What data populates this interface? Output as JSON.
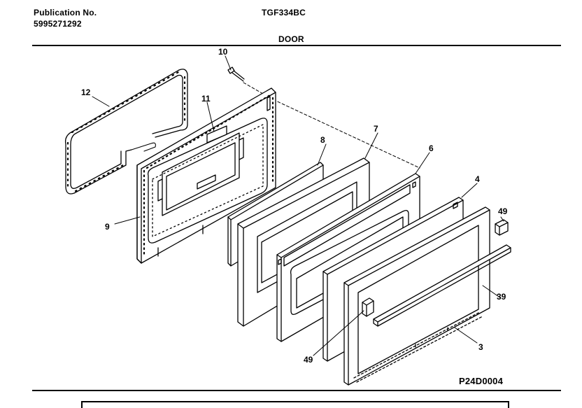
{
  "header": {
    "publication_label": "Publication No.",
    "publication_number": "5995271292",
    "model": "TGF334BC",
    "section_title": "DOOR"
  },
  "figure_id": "P24D0004",
  "callouts": {
    "c10": "10",
    "c12": "12",
    "c11": "11",
    "c8": "8",
    "c7": "7",
    "c6": "6",
    "c4": "4",
    "c49a": "49",
    "c9": "9",
    "c39": "39",
    "c3": "3",
    "c49b": "49"
  }
}
